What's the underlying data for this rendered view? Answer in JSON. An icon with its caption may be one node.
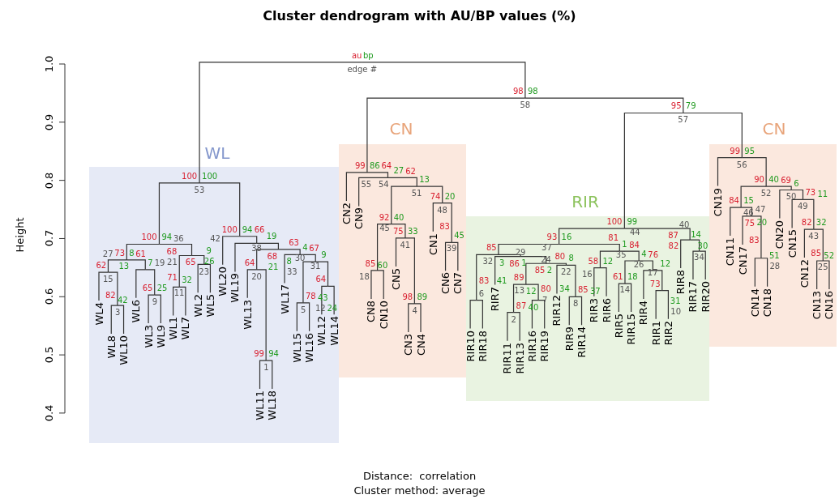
{
  "diagram": {
    "title": "Cluster dendrogram with AU/BP values (%)",
    "nodes": [
      {
        "text": [
          "au",
          "bp"
        ],
        "beside": [
          "edge #"
        ]
      },
      {
        "text": [
          "WL"
        ]
      },
      {
        "text": [
          "100",
          "100"
        ],
        "beside": [
          "53"
        ],
        "in": 1
      },
      {
        "text": [
          "100",
          "94"
        ],
        "beside": [
          "36"
        ],
        "in": 1
      },
      {
        "text": [
          "73",
          "8"
        ],
        "beside": [
          "27"
        ],
        "in": 1
      },
      {
        "text": [
          "62",
          "13"
        ],
        "beside": [
          "15"
        ],
        "in": 1
      },
      {
        "text": [
          "WL4"
        ],
        "in": 1
      },
      {
        "text": [
          "82",
          "42"
        ],
        "beside": [
          "3"
        ],
        "in": 1
      },
      {
        "text": [
          "WL8"
        ],
        "in": 1
      },
      {
        "text": [
          "WL10"
        ],
        "in": 1
      },
      {
        "text": [
          "61",
          "7"
        ],
        "beside": [
          "19"
        ],
        "in": 1
      },
      {
        "text": [
          "WL6"
        ],
        "in": 1
      },
      {
        "text": [
          "65",
          "25"
        ],
        "beside": [
          "9"
        ],
        "in": 1
      },
      {
        "text": [
          "WL3"
        ],
        "in": 1
      },
      {
        "text": [
          "WL9"
        ],
        "in": 1
      },
      {
        "text": [
          "68",
          "9"
        ],
        "beside": [
          "21"
        ],
        "in": 1
      },
      {
        "text": [
          "71",
          "32"
        ],
        "beside": [
          "11"
        ],
        "in": 1
      },
      {
        "text": [
          "WL1"
        ],
        "in": 1
      },
      {
        "text": [
          "WL7"
        ],
        "in": 1
      },
      {
        "text": [
          "65",
          "26"
        ],
        "beside": [
          "23"
        ],
        "in": 1
      },
      {
        "text": [
          "WL2"
        ],
        "in": 1
      },
      {
        "text": [
          "WL5"
        ],
        "in": 1
      },
      {
        "text": [
          "100",
          "94"
        ],
        "beside": [
          "42"
        ],
        "in": 1
      },
      {
        "text": [
          "WL20"
        ],
        "in": 1
      },
      {
        "text": [
          "66",
          "19"
        ],
        "beside": [
          "38"
        ],
        "in": 1
      },
      {
        "text": [
          "WL19"
        ],
        "in": 1
      },
      {
        "text": [
          "68",
          "8"
        ],
        "beside": [
          "33"
        ],
        "in": 1
      },
      {
        "text": [
          "64",
          "21"
        ],
        "beside": [
          "20"
        ],
        "in": 1
      },
      {
        "text": [
          "WL13"
        ],
        "in": 1
      },
      {
        "text": [
          "99",
          "94"
        ],
        "beside": [
          "1"
        ],
        "in": 1
      },
      {
        "text": [
          "WL11"
        ],
        "in": 1
      },
      {
        "text": [
          "WL18"
        ],
        "in": 1
      },
      {
        "text": [
          "63",
          "4"
        ],
        "beside": [
          "30"
        ],
        "in": 1
      },
      {
        "text": [
          "WL17"
        ],
        "in": 1
      },
      {
        "text": [
          "67",
          "9"
        ],
        "beside": [
          "31"
        ],
        "in": 1
      },
      {
        "text": [
          "78",
          "43"
        ],
        "beside": [
          "5"
        ],
        "in": 1
      },
      {
        "text": [
          "WL15"
        ],
        "in": 1
      },
      {
        "text": [
          "WL16"
        ],
        "in": 1
      },
      {
        "text": [
          "64",
          "24"
        ],
        "beside": [
          "12"
        ],
        "in": 1
      },
      {
        "text": [
          "WL12"
        ],
        "in": 1
      },
      {
        "text": [
          "WL14"
        ],
        "in": 1
      },
      {
        "text": [
          "98",
          "98"
        ],
        "beside": [
          "58"
        ]
      },
      {
        "text": [
          "CN"
        ]
      },
      {
        "text": [
          "99",
          "86"
        ],
        "beside": [
          "55"
        ],
        "in": 42
      },
      {
        "text": [
          "CN2"
        ],
        "in": 42
      },
      {
        "text": [
          "64",
          "27"
        ],
        "beside": [
          "54"
        ],
        "in": 42
      },
      {
        "text": [
          "CN9"
        ],
        "in": 42
      },
      {
        "text": [
          "62",
          "13"
        ],
        "beside": [
          "51"
        ],
        "in": 42
      },
      {
        "text": [
          "92",
          "40"
        ],
        "beside": [
          "45"
        ],
        "in": 42
      },
      {
        "text": [
          "85",
          "60"
        ],
        "beside": [
          "18"
        ],
        "in": 42
      },
      {
        "text": [
          "CN8"
        ],
        "in": 42
      },
      {
        "text": [
          "CN10"
        ],
        "in": 42
      },
      {
        "text": [
          "75",
          "33"
        ],
        "beside": [
          "41"
        ],
        "in": 42
      },
      {
        "text": [
          "CN5"
        ],
        "in": 42
      },
      {
        "text": [
          "98",
          "89"
        ],
        "beside": [
          "4"
        ],
        "in": 42
      },
      {
        "text": [
          "CN3"
        ],
        "in": 42
      },
      {
        "text": [
          "CN4"
        ],
        "in": 42
      },
      {
        "text": [
          "74",
          "20"
        ],
        "beside": [
          "48"
        ],
        "in": 42
      },
      {
        "text": [
          "CN1"
        ],
        "in": 42
      },
      {
        "text": [
          "83",
          "45"
        ],
        "beside": [
          "39"
        ],
        "in": 42
      },
      {
        "text": [
          "CN6"
        ],
        "in": 42
      },
      {
        "text": [
          "CN7"
        ],
        "in": 42
      },
      {
        "text": [
          "95",
          "79"
        ],
        "beside": [
          "57"
        ]
      },
      {
        "text": [
          "RIR"
        ]
      },
      {
        "text": [
          "100",
          "99"
        ],
        "beside": [
          "44"
        ],
        "in": 63
      },
      {
        "text": [
          "93",
          "16"
        ],
        "beside": [
          "37"
        ],
        "in": 63
      },
      {
        "text": [
          "85",
          "3"
        ],
        "beside": [
          "32"
        ],
        "in": 63
      },
      {
        "text": [
          "83",
          "41"
        ],
        "beside": [
          "6"
        ],
        "in": 63
      },
      {
        "text": [
          "RIR10"
        ],
        "in": 63
      },
      {
        "text": [
          "RIR18"
        ],
        "in": 63
      },
      {
        "text": [
          "86",
          "1"
        ],
        "beside": [
          "29"
        ],
        "in": 63
      },
      {
        "text": [
          "RIR7"
        ],
        "in": 63
      },
      {
        "text": [
          "85",
          "2"
        ],
        "beside": [
          "24"
        ],
        "in": 63
      },
      {
        "text": [
          "89",
          "12"
        ],
        "beside": [
          "13"
        ],
        "in": 63
      },
      {
        "text": [
          "87",
          "40"
        ],
        "beside": [
          "2"
        ],
        "in": 63
      },
      {
        "text": [
          "RIR11"
        ],
        "in": 63
      },
      {
        "text": [
          "RIR13"
        ],
        "in": 63
      },
      {
        "text": [
          "80",
          "34"
        ],
        "beside": [
          "7"
        ],
        "in": 63
      },
      {
        "text": [
          "RIR16"
        ],
        "in": 63
      },
      {
        "text": [
          "RIR19"
        ],
        "in": 63
      },
      {
        "text": [
          "80",
          "8"
        ],
        "beside": [
          "22"
        ],
        "in": 63
      },
      {
        "text": [
          "RIR12"
        ],
        "in": 63
      },
      {
        "text": [
          "85",
          "37"
        ],
        "beside": [
          "8"
        ],
        "in": 63
      },
      {
        "text": [
          "RIR9"
        ],
        "in": 63
      },
      {
        "text": [
          "RIR14"
        ],
        "in": 63
      },
      {
        "text": [
          "81",
          "1"
        ],
        "beside": [
          "35"
        ],
        "in": 63
      },
      {
        "text": [
          "58",
          "12"
        ],
        "beside": [
          "16"
        ],
        "in": 63
      },
      {
        "text": [
          "RIR3"
        ],
        "in": 63
      },
      {
        "text": [
          "RIR6"
        ],
        "in": 63
      },
      {
        "text": [
          "84",
          "4"
        ],
        "beside": [
          "26"
        ],
        "in": 63
      },
      {
        "text": [
          "61",
          "18"
        ],
        "beside": [
          "14"
        ],
        "in": 63
      },
      {
        "text": [
          "RIR5"
        ],
        "in": 63
      },
      {
        "text": [
          "RIR15"
        ],
        "in": 63
      },
      {
        "text": [
          "76",
          "12"
        ],
        "beside": [
          "17"
        ],
        "in": 63
      },
      {
        "text": [
          "RIR4"
        ],
        "in": 63
      },
      {
        "text": [
          "73",
          "31"
        ],
        "beside": [
          "10"
        ],
        "in": 63
      },
      {
        "text": [
          "RIR1"
        ],
        "in": 63
      },
      {
        "text": [
          "RIR2"
        ],
        "in": 63
      },
      {
        "text": [
          "87",
          "14"
        ],
        "beside": [
          "40"
        ],
        "in": 63
      },
      {
        "text": [
          "RIR8"
        ],
        "in": 63
      },
      {
        "text": [
          "82",
          "30"
        ],
        "beside": [
          "34"
        ],
        "in": 63
      },
      {
        "text": [
          "RIR17"
        ],
        "in": 63
      },
      {
        "text": [
          "RIR20"
        ],
        "in": 63
      },
      {
        "text": [
          "CN"
        ]
      },
      {
        "text": [
          "99",
          "95"
        ],
        "beside": [
          "56"
        ],
        "in": 103
      },
      {
        "text": [
          "CN19"
        ],
        "in": 103
      },
      {
        "text": [
          "90",
          "40"
        ],
        "beside": [
          "52"
        ],
        "in": 103
      },
      {
        "text": [
          "84",
          "15"
        ],
        "beside": [
          "47"
        ],
        "in": 103
      },
      {
        "text": [
          "CN11"
        ],
        "in": 103
      },
      {
        "text": [
          "75",
          "20"
        ],
        "beside": [
          "46"
        ],
        "in": 103
      },
      {
        "text": [
          "CN17"
        ],
        "in": 103
      },
      {
        "text": [
          "83",
          "51"
        ],
        "beside": [
          "28"
        ],
        "in": 103
      },
      {
        "text": [
          "CN14"
        ],
        "in": 103
      },
      {
        "text": [
          "CN18"
        ],
        "in": 103
      },
      {
        "text": [
          "69",
          "6"
        ],
        "beside": [
          "50"
        ],
        "in": 103
      },
      {
        "text": [
          "CN20"
        ],
        "in": 103
      },
      {
        "text": [
          "73",
          "11"
        ],
        "beside": [
          "49"
        ],
        "in": 103
      },
      {
        "text": [
          "CN15"
        ],
        "in": 103
      },
      {
        "text": [
          "82",
          "32"
        ],
        "beside": [
          "43"
        ],
        "in": 103
      },
      {
        "text": [
          "CN12"
        ],
        "in": 103
      },
      {
        "text": [
          "85",
          "52"
        ],
        "beside": [
          "25"
        ],
        "in": 103
      },
      {
        "text": [
          "CN13"
        ],
        "in": 103
      },
      {
        "text": [
          "CN16"
        ],
        "in": 103
      }
    ],
    "edges": [
      {
        "from": 0,
        "to": 2,
        "arrow": "none"
      },
      {
        "from": 2,
        "to": 3,
        "arrow": "none"
      },
      {
        "from": 3,
        "to": 4,
        "arrow": "none"
      },
      {
        "from": 4,
        "to": 5,
        "arrow": "none"
      },
      {
        "from": 5,
        "to": 6,
        "arrow": "none"
      },
      {
        "from": 5,
        "to": 7,
        "arrow": "none"
      },
      {
        "from": 7,
        "to": 8,
        "arrow": "none"
      },
      {
        "from": 7,
        "to": 9,
        "arrow": "none"
      },
      {
        "from": 4,
        "to": 10,
        "arrow": "none"
      },
      {
        "from": 10,
        "to": 11,
        "arrow": "none"
      },
      {
        "from": 10,
        "to": 12,
        "arrow": "none"
      },
      {
        "from": 12,
        "to": 13,
        "arrow": "none"
      },
      {
        "from": 12,
        "to": 14,
        "arrow": "none"
      },
      {
        "from": 3,
        "to": 15,
        "arrow": "none"
      },
      {
        "from": 15,
        "to": 16,
        "arrow": "none"
      },
      {
        "from": 16,
        "to": 17,
        "arrow": "none"
      },
      {
        "from": 16,
        "to": 18,
        "arrow": "none"
      },
      {
        "from": 15,
        "to": 19,
        "arrow": "none"
      },
      {
        "from": 19,
        "to": 20,
        "arrow": "none"
      },
      {
        "from": 19,
        "to": 21,
        "arrow": "none"
      },
      {
        "from": 2,
        "to": 22,
        "arrow": "none"
      },
      {
        "from": 22,
        "to": 23,
        "arrow": "none"
      },
      {
        "from": 22,
        "to": 24,
        "arrow": "none"
      },
      {
        "from": 24,
        "to": 25,
        "arrow": "none"
      },
      {
        "from": 24,
        "to": 26,
        "arrow": "none"
      },
      {
        "from": 26,
        "to": 27,
        "arrow": "none"
      },
      {
        "from": 27,
        "to": 28,
        "arrow": "none"
      },
      {
        "from": 27,
        "to": 29,
        "arrow": "none"
      },
      {
        "from": 29,
        "to": 30,
        "arrow": "none"
      },
      {
        "from": 29,
        "to": 31,
        "arrow": "none"
      },
      {
        "from": 26,
        "to": 32,
        "arrow": "none"
      },
      {
        "from": 32,
        "to": 33,
        "arrow": "none"
      },
      {
        "from": 32,
        "to": 34,
        "arrow": "none"
      },
      {
        "from": 34,
        "to": 35,
        "arrow": "none"
      },
      {
        "from": 35,
        "to": 36,
        "arrow": "none"
      },
      {
        "from": 35,
        "to": 37,
        "arrow": "none"
      },
      {
        "from": 34,
        "to": 38,
        "arrow": "none"
      },
      {
        "from": 38,
        "to": 39,
        "arrow": "none"
      },
      {
        "from": 38,
        "to": 40,
        "arrow": "none"
      },
      {
        "from": 0,
        "to": 41,
        "arrow": "none"
      },
      {
        "from": 41,
        "to": 43,
        "arrow": "none"
      },
      {
        "from": 43,
        "to": 44,
        "arrow": "none"
      },
      {
        "from": 43,
        "to": 45,
        "arrow": "none"
      },
      {
        "from": 45,
        "to": 46,
        "arrow": "none"
      },
      {
        "from": 45,
        "to": 47,
        "arrow": "none"
      },
      {
        "from": 47,
        "to": 48,
        "arrow": "none"
      },
      {
        "from": 48,
        "to": 49,
        "arrow": "none"
      },
      {
        "from": 49,
        "to": 50,
        "arrow": "none"
      },
      {
        "from": 49,
        "to": 51,
        "arrow": "none"
      },
      {
        "from": 48,
        "to": 52,
        "arrow": "none"
      },
      {
        "from": 52,
        "to": 53,
        "arrow": "none"
      },
      {
        "from": 52,
        "to": 54,
        "arrow": "none"
      },
      {
        "from": 54,
        "to": 55,
        "arrow": "none"
      },
      {
        "from": 54,
        "to": 56,
        "arrow": "none"
      },
      {
        "from": 47,
        "to": 57,
        "arrow": "none"
      },
      {
        "from": 57,
        "to": 58,
        "arrow": "none"
      },
      {
        "from": 57,
        "to": 59,
        "arrow": "none"
      },
      {
        "from": 59,
        "to": 60,
        "arrow": "none"
      },
      {
        "from": 59,
        "to": 61,
        "arrow": "none"
      },
      {
        "from": 41,
        "to": 62,
        "arrow": "none"
      },
      {
        "from": 62,
        "to": 64,
        "arrow": "none"
      },
      {
        "from": 64,
        "to": 65,
        "arrow": "none"
      },
      {
        "from": 65,
        "to": 66,
        "arrow": "none"
      },
      {
        "from": 66,
        "to": 67,
        "arrow": "none"
      },
      {
        "from": 67,
        "to": 68,
        "arrow": "none"
      },
      {
        "from": 67,
        "to": 69,
        "arrow": "none"
      },
      {
        "from": 66,
        "to": 70,
        "arrow": "none"
      },
      {
        "from": 70,
        "to": 71,
        "arrow": "none"
      },
      {
        "from": 70,
        "to": 72,
        "arrow": "none"
      },
      {
        "from": 72,
        "to": 73,
        "arrow": "none"
      },
      {
        "from": 73,
        "to": 74,
        "arrow": "none"
      },
      {
        "from": 74,
        "to": 75,
        "arrow": "none"
      },
      {
        "from": 74,
        "to": 76,
        "arrow": "none"
      },
      {
        "from": 73,
        "to": 77,
        "arrow": "none"
      },
      {
        "from": 77,
        "to": 78,
        "arrow": "none"
      },
      {
        "from": 77,
        "to": 79,
        "arrow": "none"
      },
      {
        "from": 72,
        "to": 80,
        "arrow": "none"
      },
      {
        "from": 80,
        "to": 81,
        "arrow": "none"
      },
      {
        "from": 80,
        "to": 82,
        "arrow": "none"
      },
      {
        "from": 82,
        "to": 83,
        "arrow": "none"
      },
      {
        "from": 82,
        "to": 84,
        "arrow": "none"
      },
      {
        "from": 65,
        "to": 85,
        "arrow": "none"
      },
      {
        "from": 85,
        "to": 86,
        "arrow": "none"
      },
      {
        "from": 86,
        "to": 87,
        "arrow": "none"
      },
      {
        "from": 86,
        "to": 88,
        "arrow": "none"
      },
      {
        "from": 85,
        "to": 89,
        "arrow": "none"
      },
      {
        "from": 89,
        "to": 90,
        "arrow": "none"
      },
      {
        "from": 90,
        "to": 91,
        "arrow": "none"
      },
      {
        "from": 90,
        "to": 92,
        "arrow": "none"
      },
      {
        "from": 89,
        "to": 93,
        "arrow": "none"
      },
      {
        "from": 93,
        "to": 94,
        "arrow": "none"
      },
      {
        "from": 93,
        "to": 95,
        "arrow": "none"
      },
      {
        "from": 95,
        "to": 96,
        "arrow": "none"
      },
      {
        "from": 95,
        "to": 97,
        "arrow": "none"
      },
      {
        "from": 64,
        "to": 98,
        "arrow": "none"
      },
      {
        "from": 98,
        "to": 99,
        "arrow": "none"
      },
      {
        "from": 98,
        "to": 100,
        "arrow": "none"
      },
      {
        "from": 100,
        "to": 101,
        "arrow": "none"
      },
      {
        "from": 100,
        "to": 102,
        "arrow": "none"
      },
      {
        "from": 62,
        "to": 104,
        "arrow": "none"
      },
      {
        "from": 104,
        "to": 105,
        "arrow": "none"
      },
      {
        "from": 104,
        "to": 106,
        "arrow": "none"
      },
      {
        "from": 106,
        "to": 107,
        "arrow": "none"
      },
      {
        "from": 107,
        "to": 108,
        "arrow": "none"
      },
      {
        "from": 107,
        "to": 109,
        "arrow": "none"
      },
      {
        "from": 109,
        "to": 110,
        "arrow": "none"
      },
      {
        "from": 109,
        "to": 111,
        "arrow": "none"
      },
      {
        "from": 111,
        "to": 112,
        "arrow": "none"
      },
      {
        "from": 111,
        "to": 113,
        "arrow": "none"
      },
      {
        "from": 106,
        "to": 114,
        "arrow": "none"
      },
      {
        "from": 114,
        "to": 115,
        "arrow": "none"
      },
      {
        "from": 114,
        "to": 116,
        "arrow": "none"
      },
      {
        "from": 116,
        "to": 117,
        "arrow": "none"
      },
      {
        "from": 116,
        "to": 118,
        "arrow": "none"
      },
      {
        "from": 118,
        "to": 119,
        "arrow": "none"
      },
      {
        "from": 118,
        "to": 120,
        "arrow": "none"
      },
      {
        "from": 120,
        "to": 121,
        "arrow": "none"
      },
      {
        "from": 120,
        "to": 122,
        "arrow": "none"
      }
    ],
    "labels": [
      "Height",
      "0.4",
      "0.5",
      "0.6",
      "0.7",
      "0.8",
      "0.9",
      "1.0",
      "Distance:  correlation",
      "Cluster method: average"
    ]
  }
}
